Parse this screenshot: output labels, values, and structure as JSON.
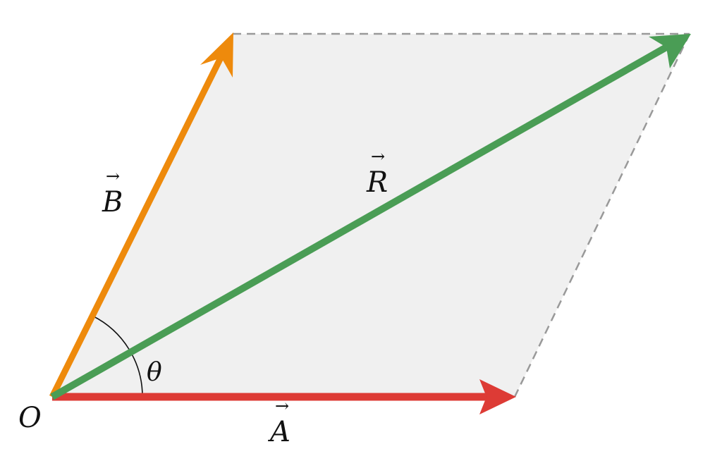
{
  "labels": {
    "origin": "O",
    "vector_a": "A",
    "vector_b": "B",
    "vector_r": "R",
    "angle": "θ",
    "vector_arrow": "→"
  },
  "colors": {
    "vector_a": "#dd3b35",
    "vector_b": "#ee8a0c",
    "vector_r": "#4a9d55",
    "fill": "#f0f0f0",
    "dashed": "#999999"
  }
}
